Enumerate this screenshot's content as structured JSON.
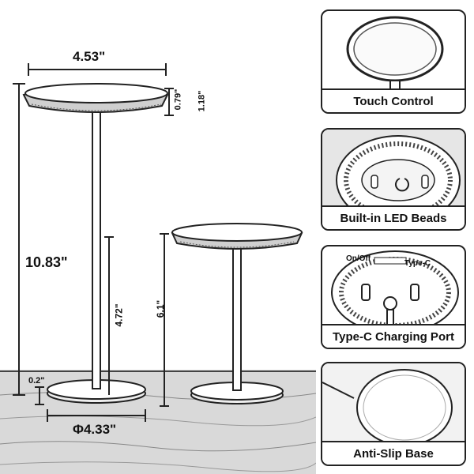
{
  "dimensions": {
    "top_width": "4.53\"",
    "shade_thickness": "0.79\"",
    "shade_total": "1.18\"",
    "total_height": "10.83\"",
    "stem_height": "4.72\"",
    "short_height": "6.1\"",
    "base_thickness": "0.2\"",
    "base_diameter": "Φ4.33\""
  },
  "features": [
    {
      "caption": "Touch Control",
      "icon": "touch-ring-icon"
    },
    {
      "caption": "Built-in LED Beads",
      "icon": "led-beads-icon"
    },
    {
      "caption": "Type-C Charging Port",
      "icon": "usb-c-port-icon",
      "labels": [
        "On/Off",
        "Type-C"
      ]
    },
    {
      "caption": "Anti-Slip Base",
      "icon": "base-disc-icon"
    }
  ],
  "colors": {
    "line": "#222222",
    "background": "#ffffff",
    "shade": "#cfcfcf"
  }
}
